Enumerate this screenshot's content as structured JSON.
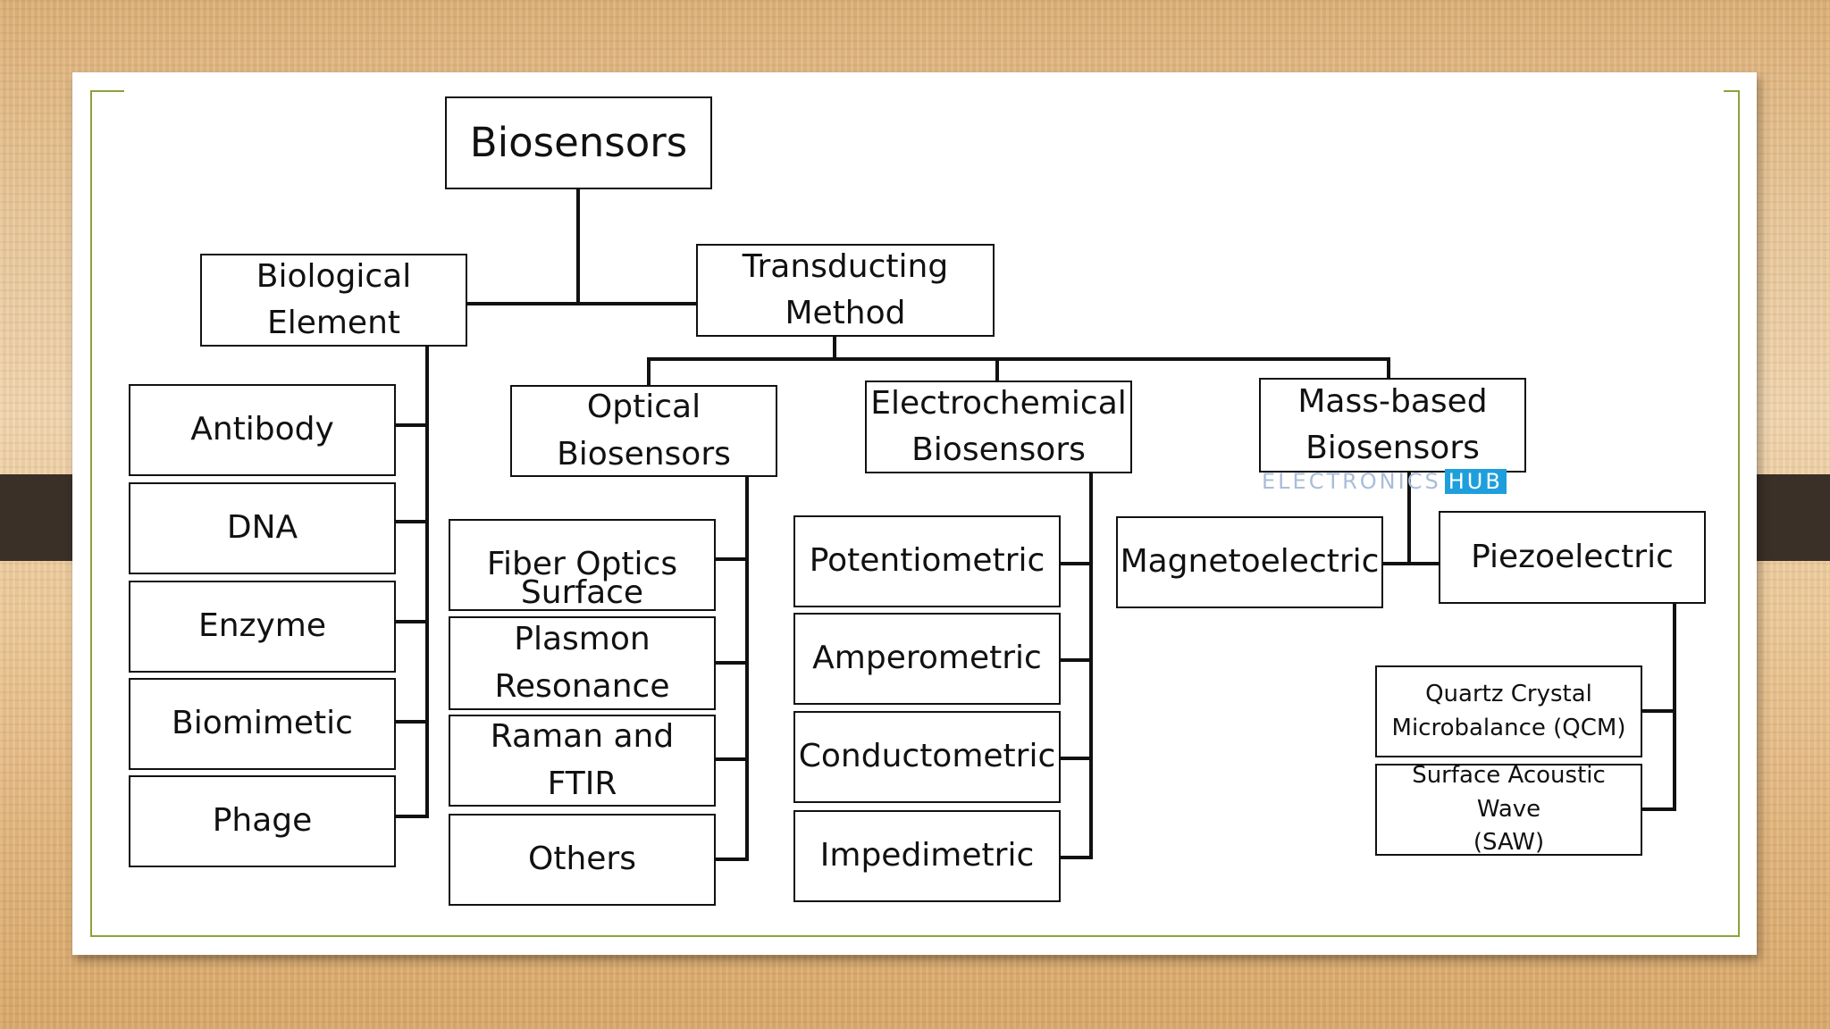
{
  "colors": {
    "frame_accent": "#8aa33a",
    "box_border": "#111111",
    "watermark_blue": "#1e9fdc"
  },
  "diagram": {
    "root": "Biosensors",
    "biological_element": {
      "label": "Biological Element",
      "children": [
        "Antibody",
        "DNA",
        "Enzyme",
        "Biomimetic",
        "Phage"
      ]
    },
    "transducing_method": {
      "label": "Transducting Method",
      "optical": {
        "label": "Optical Biosensors",
        "children": [
          "Fiber Optics",
          "Surface Plasmon\nResonance (SPR)",
          "Raman and FTIR",
          "Others"
        ]
      },
      "electrochemical": {
        "label": "Electrochemical\nBiosensors",
        "children": [
          "Potentiometric",
          "Amperometric",
          "Conductometric",
          "Impedimetric"
        ]
      },
      "mass_based": {
        "label": "Mass-based\nBiosensors",
        "magnetoelectric": "Magnetoelectric",
        "piezoelectric": {
          "label": "Piezoelectric",
          "children": [
            "Quartz Crystal\nMicrobalance (QCM)",
            "Surface Acoustic Wave\n(SAW)"
          ]
        }
      }
    }
  },
  "watermark": {
    "part1": "ELECTRONICS",
    "part2": "HUB"
  }
}
